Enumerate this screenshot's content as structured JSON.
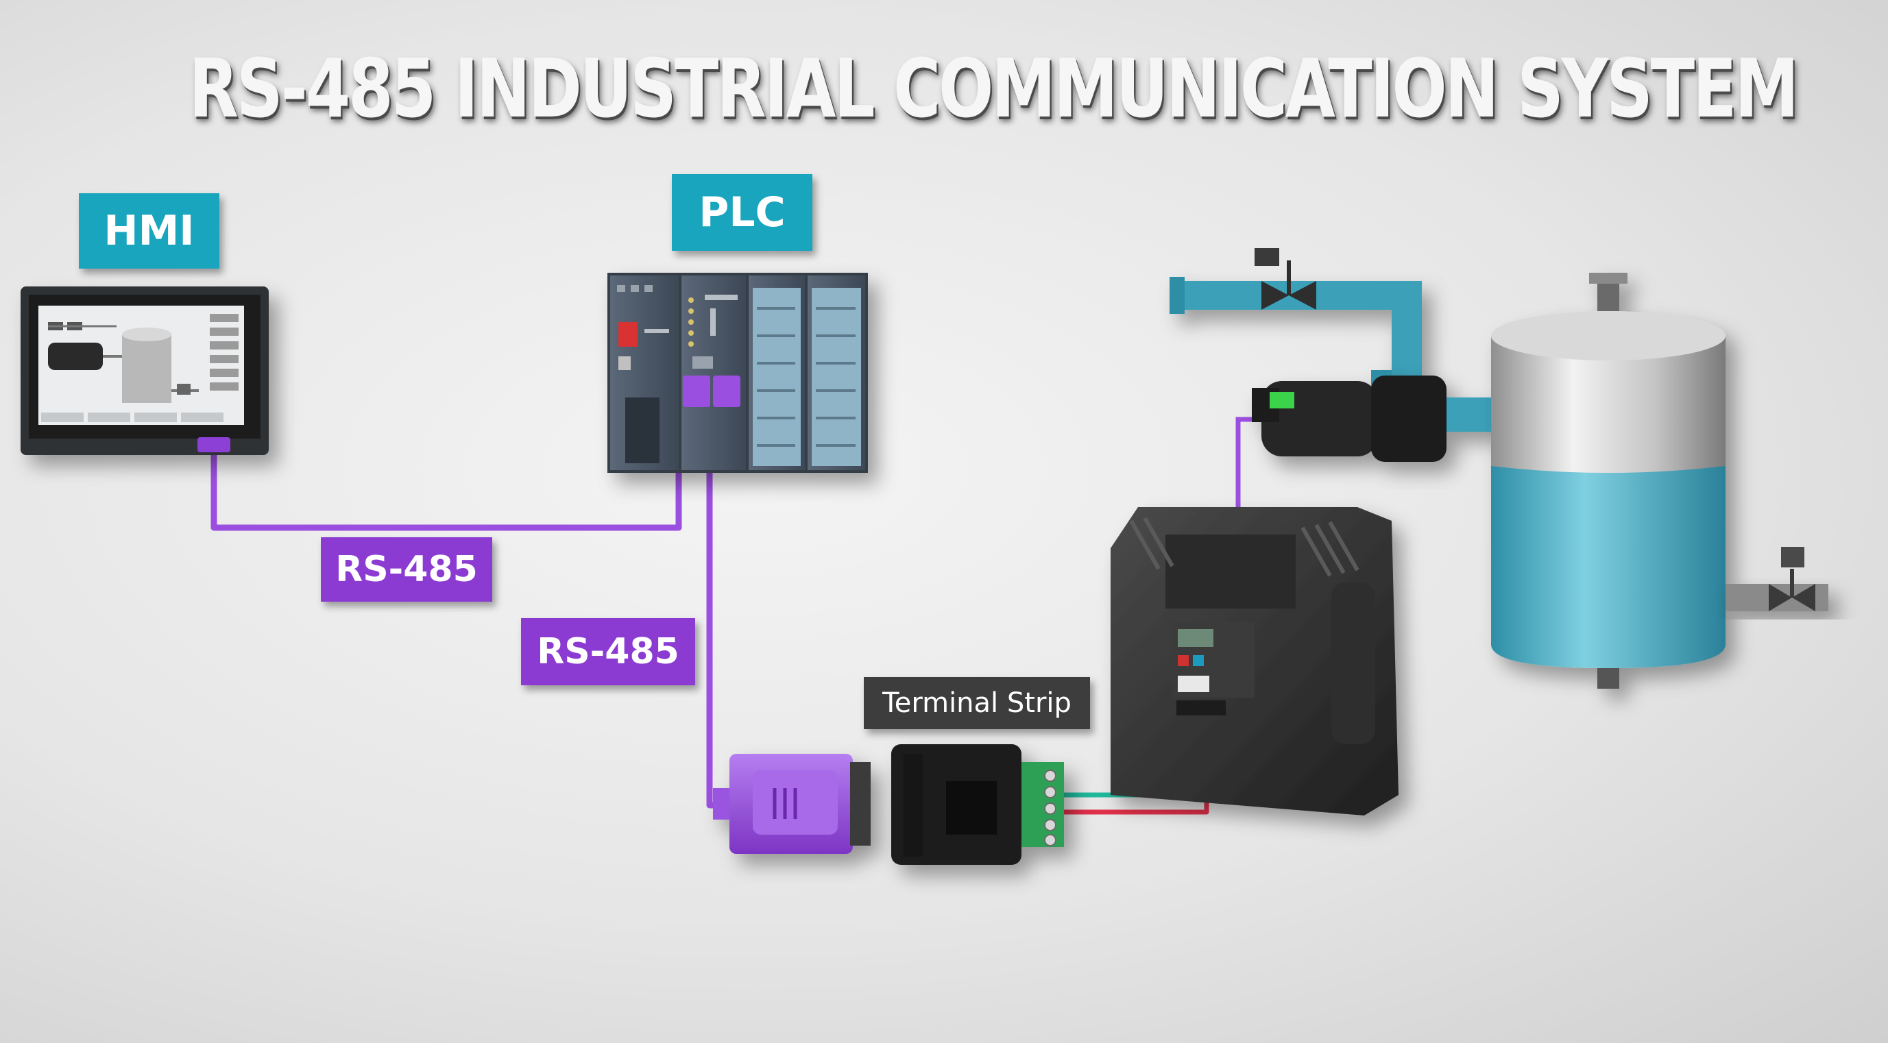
{
  "title": "RS-485 INDUSTRIAL COMMUNICATION SYSTEM",
  "labels": {
    "hmi": "HMI",
    "plc": "PLC",
    "link_hmi_plc": "RS-485",
    "link_plc_connector": "RS-485",
    "terminal_strip": "Terminal Strip"
  },
  "colors": {
    "rs485_cable": "#9b4fe0",
    "label_teal": "#1aa5be",
    "label_purple": "#8c3bd2",
    "label_dark": "#3d3d3d",
    "wire_green": "#1fb89c",
    "wire_red": "#e0304a",
    "tank_liquid": "#52b3c8",
    "pipe": "#3aa0b8"
  }
}
